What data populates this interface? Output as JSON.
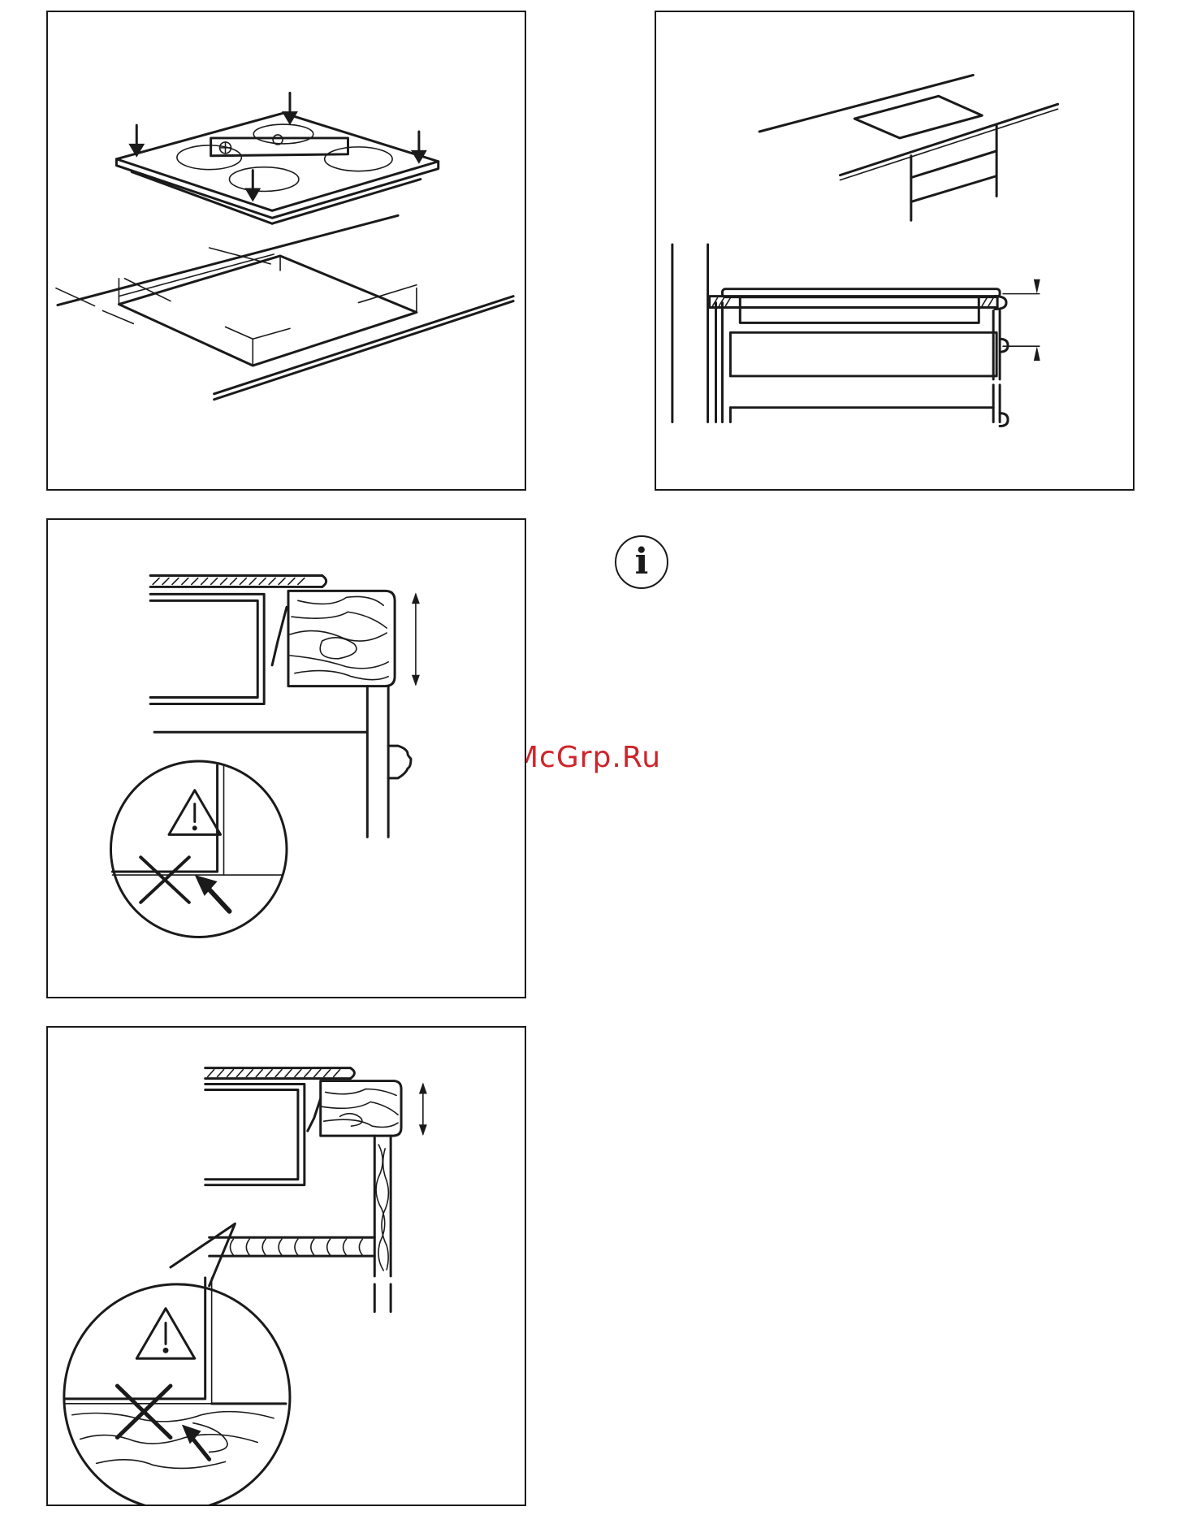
{
  "info_icon": {
    "glyph": "i",
    "icon": "info-icon"
  },
  "watermark": {
    "text": "McGrp.Ru",
    "color": "#d0242b"
  },
  "figures": [
    {
      "id": "hob-placement",
      "icon": "hob-installation-illustration"
    },
    {
      "id": "hob-cross-section",
      "icon": "hob-section-illustration"
    },
    {
      "id": "drawer-clearance",
      "icon": "clearance-warning-illustration"
    },
    {
      "id": "shelf-clearance",
      "icon": "shelf-warning-illustration"
    }
  ]
}
